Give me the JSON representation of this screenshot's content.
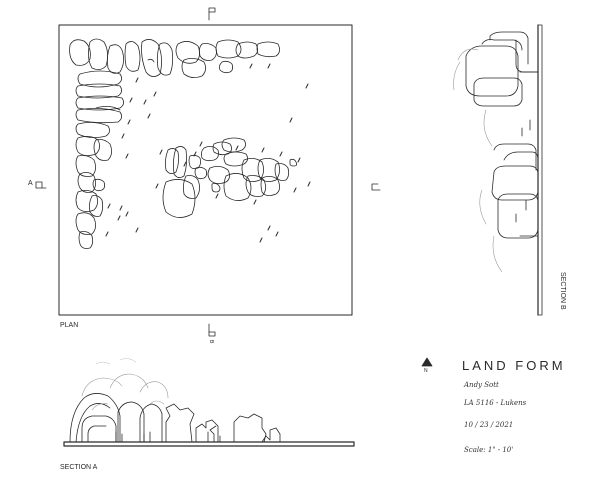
{
  "labels": {
    "plan": "PLAN",
    "section_a": "SECTION A",
    "section_b": "SECTION B",
    "north": "N",
    "marker_a": "A",
    "marker_b": "B"
  },
  "title_block": {
    "title": "LAND FORM",
    "author": "Andy Sott",
    "course": "LA 5116 - Lukens",
    "date": "10 / 23 / 2021",
    "scale": "Scale: 1\" - 10'"
  },
  "colors": {
    "ink": "#2a2a2a",
    "pencil": "#9a9a9a",
    "paper": "#ffffff"
  }
}
